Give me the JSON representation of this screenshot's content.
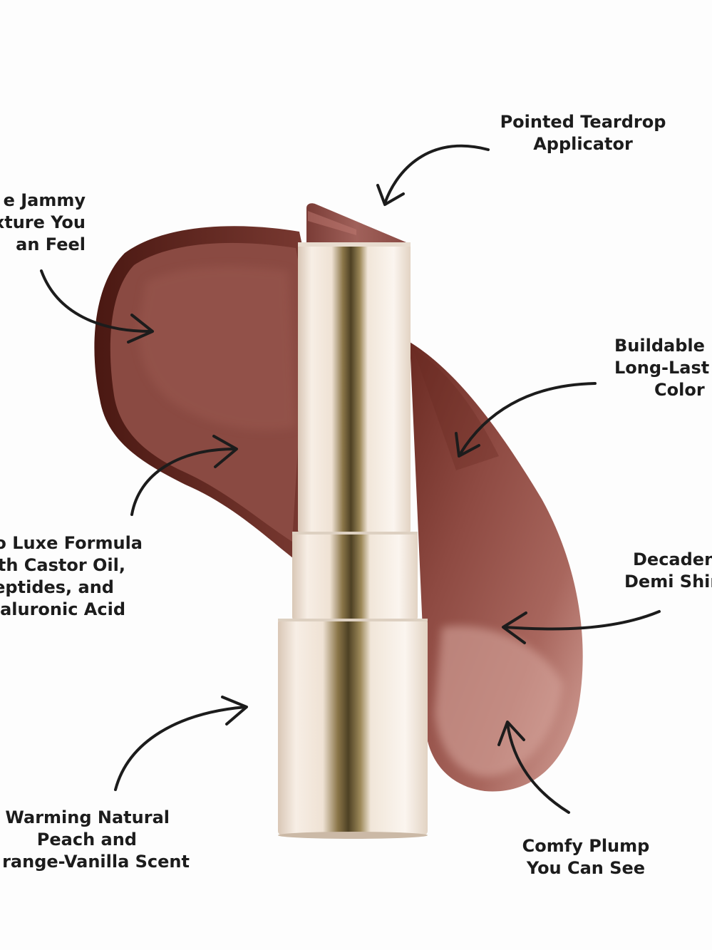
{
  "labels": {
    "teardrop": [
      "Pointed Teardrop",
      "Applicator"
    ],
    "jammy": [
      "e Jammy",
      "xture You",
      "an Feel"
    ],
    "buildable": [
      "Buildable",
      "Long-Last",
      "Color"
    ],
    "luxe": [
      "o Luxe Formula",
      "th Castor Oil,",
      "eptides, and",
      "aluronic Acid"
    ],
    "demi": [
      "Decaden",
      "Demi Shin"
    ],
    "warming": [
      "Warming Natural",
      "Peach and",
      "range-Vanilla Scent"
    ],
    "plump": [
      "Comfy Plump",
      "You Can See"
    ]
  },
  "colors": {
    "swatch_dark": "#6a2a22",
    "swatch_mid": "#8e4a42",
    "swatch_light": "#c8958c",
    "bullet": "#9a5550",
    "tube_cream": "#f3e7dc",
    "tube_gold": "#6b5a35",
    "text": "#1c1c1c"
  }
}
